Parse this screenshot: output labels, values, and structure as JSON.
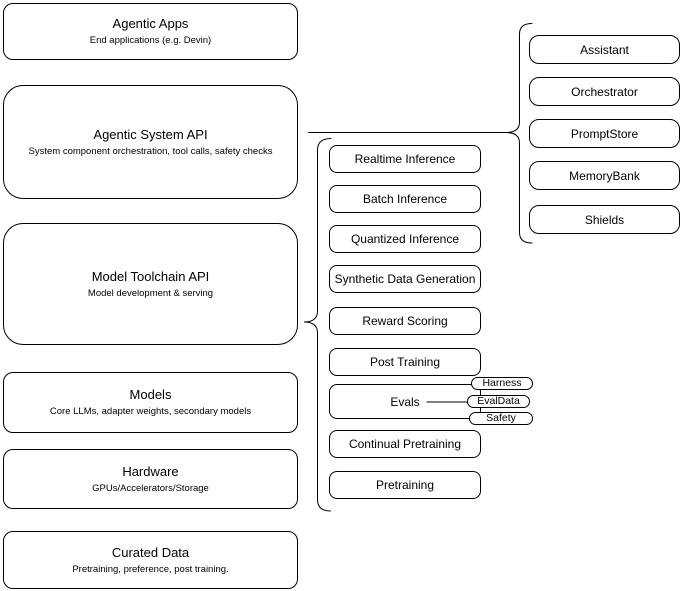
{
  "diagram": {
    "background_color": "#ffffff",
    "stroke_color": "#000000",
    "stack": [
      {
        "title": "Agentic Apps",
        "subtitle": "End applications (e.g. Devin)"
      },
      {
        "title": "Agentic System API",
        "subtitle": "System component orchestration, tool calls, safety checks"
      },
      {
        "title": "Model Toolchain API",
        "subtitle": "Model development & serving"
      },
      {
        "title": "Models",
        "subtitle": "Core LLMs, adapter weights, secondary models"
      },
      {
        "title": "Hardware",
        "subtitle": "GPUs/Accelerators/Storage"
      },
      {
        "title": "Curated Data",
        "subtitle": "Pretraining, preference, post training."
      }
    ],
    "toolchain_services": [
      "Realtime Inference",
      "Batch Inference",
      "Quantized Inference",
      "Synthetic Data Generation",
      "Reward Scoring",
      "Post Training",
      "Evals",
      "Continual Pretraining",
      "Pretraining"
    ],
    "eval_components": [
      "Harness",
      "EvalData",
      "Safety"
    ],
    "system_components": [
      "Assistant",
      "Orchestrator",
      "PromptStore",
      "MemoryBank",
      "Shields"
    ]
  }
}
